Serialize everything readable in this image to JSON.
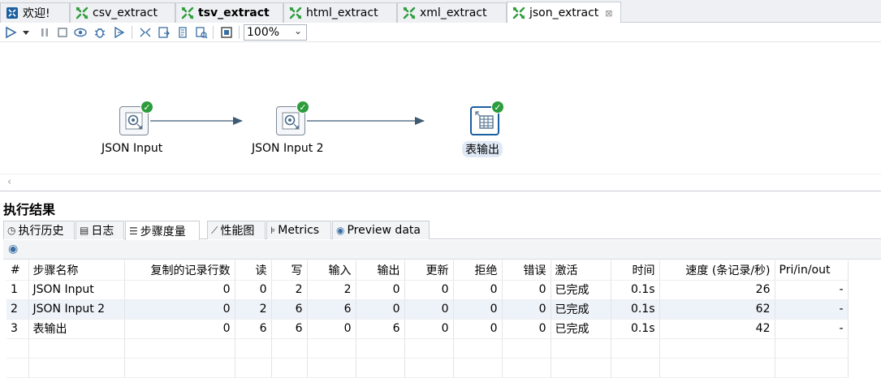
{
  "tabs": [
    {
      "label": "欢迎!",
      "icon": "welcome-icon",
      "bold": false,
      "closable": false
    },
    {
      "label": "csv_extract",
      "icon": "transformation-icon",
      "bold": false,
      "closable": false
    },
    {
      "label": "tsv_extract",
      "icon": "transformation-icon",
      "bold": true,
      "closable": false
    },
    {
      "label": "html_extract",
      "icon": "transformation-icon",
      "bold": false,
      "closable": false
    },
    {
      "label": "xml_extract",
      "icon": "transformation-icon",
      "bold": false,
      "closable": false
    },
    {
      "label": "json_extract",
      "icon": "transformation-icon",
      "bold": false,
      "closable": true,
      "close": "⊠"
    }
  ],
  "toolbar": {
    "zoom_value": "100%",
    "buttons": [
      "run-icon",
      "run-dropdown-icon",
      "pause-icon",
      "stop-icon",
      "preview-icon",
      "debug-icon",
      "replay-icon",
      "verify-icon",
      "impact-icon",
      "sql-icon",
      "explore-db-icon",
      "show-results-icon"
    ]
  },
  "canvas": {
    "steps": [
      {
        "label": "JSON Input",
        "icon": "json-input-icon",
        "status": "completed"
      },
      {
        "label": "JSON Input 2",
        "icon": "json-input-icon",
        "status": "completed"
      },
      {
        "label": "表输出",
        "icon": "table-output-icon",
        "status": "completed",
        "selected": true
      }
    ]
  },
  "results": {
    "title": "执行结果",
    "tabs": [
      {
        "label": "执行历史",
        "icon": "history-icon"
      },
      {
        "label": "日志",
        "icon": "log-icon"
      },
      {
        "label": "步骤度量",
        "icon": "metrics-list-icon",
        "active": true
      },
      {
        "label": "性能图",
        "icon": "performance-chart-icon"
      },
      {
        "label": "Metrics",
        "icon": "metrics-icon"
      },
      {
        "label": "Preview data",
        "icon": "preview-eye-icon"
      }
    ],
    "columns": [
      "#",
      "步骤名称",
      "复制的记录行数",
      "读",
      "写",
      "输入",
      "输出",
      "更新",
      "拒绝",
      "错误",
      "激活",
      "时间",
      "速度 (条记录/秒)",
      "Pri/in/out"
    ],
    "rows": [
      [
        "1",
        "JSON Input",
        "0",
        "0",
        "2",
        "2",
        "0",
        "0",
        "0",
        "0",
        "已完成",
        "0.1s",
        "26",
        "-"
      ],
      [
        "2",
        "JSON Input 2",
        "0",
        "2",
        "6",
        "6",
        "0",
        "0",
        "0",
        "0",
        "已完成",
        "0.1s",
        "62",
        "-"
      ],
      [
        "3",
        "表输出",
        "0",
        "6",
        "6",
        "0",
        "6",
        "0",
        "0",
        "0",
        "已完成",
        "0.1s",
        "42",
        "-"
      ]
    ]
  },
  "colors": {
    "accent": "#1b5fa0",
    "success": "#2d9c3c",
    "hop": "#3d5a73",
    "transform_icon": "#2d9c3c"
  }
}
